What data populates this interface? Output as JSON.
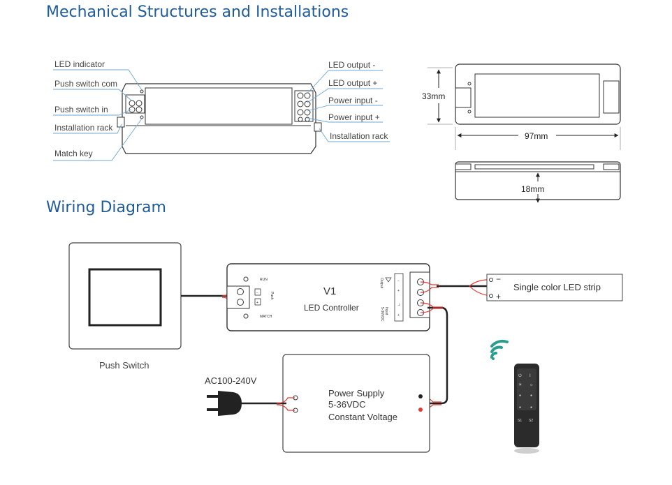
{
  "headings": {
    "mechanical": "Mechanical Structures and Installations",
    "wiring": "Wiring Diagram"
  },
  "mechanical_labels": {
    "left": [
      "LED indicator",
      "Push switch com",
      "Push switch in",
      "Installation rack",
      "Match key"
    ],
    "right": [
      "LED output -",
      "LED output +",
      "Power input -",
      "Power input +",
      "Installation rack"
    ]
  },
  "dimensions": {
    "height": "33mm",
    "length": "97mm",
    "depth": "18mm"
  },
  "controller": {
    "model": "V1",
    "name": "LED Controller",
    "run": "RUN",
    "match": "MATCH",
    "push": "Push",
    "input": "Input",
    "output": "Output",
    "dc_range": "5-36VDC",
    "symbols": [
      "−",
      "+",
      "−",
      "+",
      "⊥",
      "+"
    ]
  },
  "push_switch": {
    "label": "Push Switch"
  },
  "led_strip": {
    "label": "Single color LED strip",
    "minus": "−",
    "plus": "+"
  },
  "power_supply": {
    "ac_label": "AC100-240V",
    "line1": "Power Supply",
    "line2": "5-36VDC",
    "line3": "Constant Voltage"
  },
  "remote": {
    "buttons": [
      "⏻",
      "I",
      "☀",
      "☼",
      "●",
      "●",
      "●",
      "●",
      "S1",
      "S2"
    ]
  },
  "colors": {
    "heading": "#1f5c99",
    "callout": "#6fa7d6",
    "wire_red": "#e53935",
    "wire_black": "#222222",
    "wifi": "#2a9d8f"
  }
}
